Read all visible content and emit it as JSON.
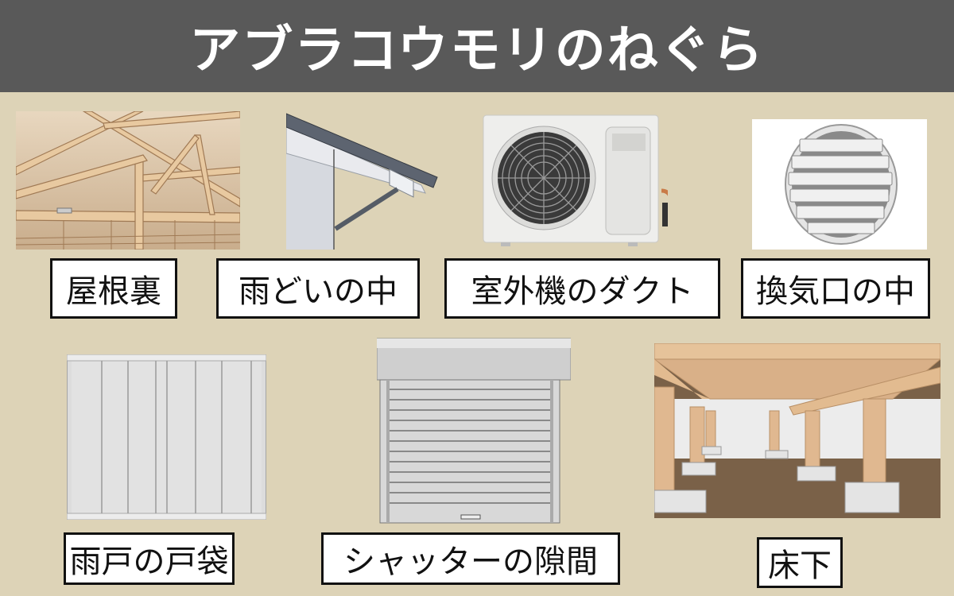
{
  "header": {
    "title": "アブラコウモリのねぐら",
    "background": "#595959",
    "color": "#ffffff"
  },
  "background_color": "#ddd3b7",
  "items": [
    {
      "label": "屋根裏",
      "icon": "attic-roof-frame-illustration"
    },
    {
      "label": "雨どいの中",
      "icon": "rain-gutter-illustration"
    },
    {
      "label": "室外機のダクト",
      "icon": "ac-outdoor-unit-illustration"
    },
    {
      "label": "換気口の中",
      "icon": "round-vent-louver-illustration"
    },
    {
      "label": "雨戸の戸袋",
      "icon": "shutter-storage-box-illustration"
    },
    {
      "label": "シャッターの隙間",
      "icon": "roller-shutter-illustration"
    },
    {
      "label": "床下",
      "icon": "underfloor-crawlspace-illustration"
    }
  ]
}
